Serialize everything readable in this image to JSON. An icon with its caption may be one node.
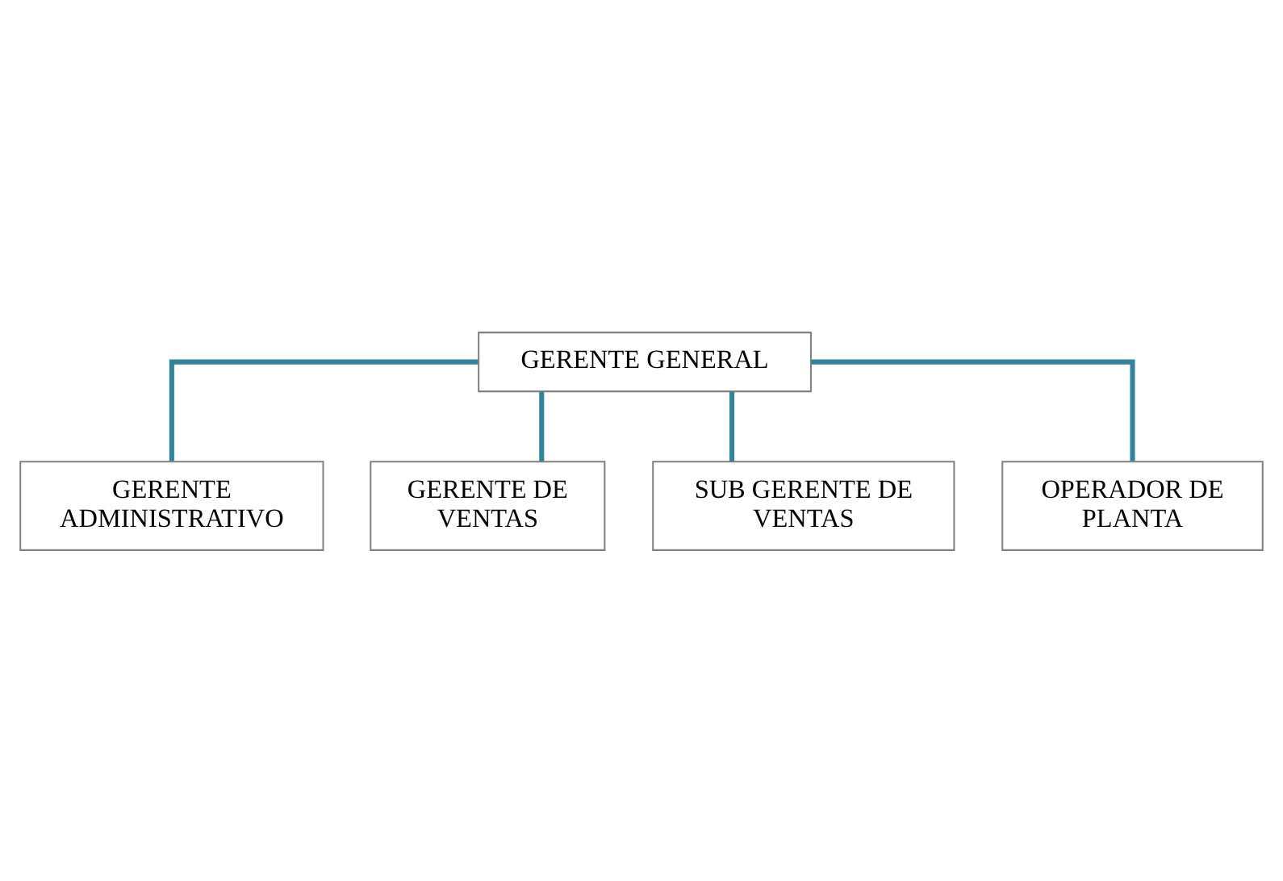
{
  "diagram": {
    "nodes": [
      {
        "text": [
          "GERENTE GENERAL"
        ]
      },
      {
        "text": [
          "GERENTE ADMINISTRATIVO"
        ]
      },
      {
        "text": [
          "GERENTE DE VENTAS"
        ]
      },
      {
        "text": [
          "SUB GERENTE DE VENTAS"
        ]
      },
      {
        "text": [
          "OPERADOR DE PLANTA"
        ]
      }
    ],
    "edges": [
      {
        "from": 0,
        "to": 1,
        "arrow": "none"
      },
      {
        "from": 0,
        "to": 2,
        "arrow": "none"
      },
      {
        "from": 0,
        "to": 3,
        "arrow": "none"
      },
      {
        "from": 0,
        "to": 4,
        "arrow": "none"
      }
    ]
  }
}
